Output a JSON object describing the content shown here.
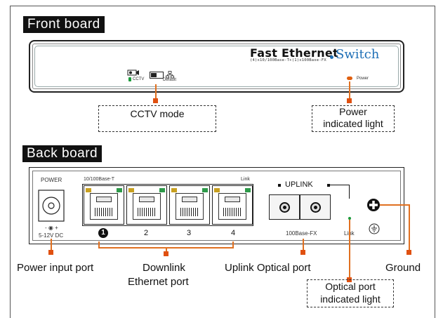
{
  "sections": {
    "front_title": "Front board",
    "back_title": "Back board"
  },
  "front_panel": {
    "brand_line": "Fast Ethernet",
    "brand_sub": "(4)x10/100Base-T+(1)x100Base-FX",
    "switch_word": "Switch",
    "cctv_label": "CCTV",
    "default_label": "Default",
    "power_label": "Power"
  },
  "front_callouts": {
    "cctv_mode": "CCTV mode",
    "power_light_1": "Power",
    "power_light_2": "indicated light"
  },
  "back_panel": {
    "power_label": "POWER",
    "voltage": "5-12V DC",
    "polarity": "- ◉ +",
    "ports_header": "10/100Base-T",
    "link_header": "Link",
    "port_numbers": [
      "1",
      "2",
      "3",
      "4"
    ],
    "uplink_label": "UPLINK",
    "fx_label": "100Base-FX",
    "link_label": "Link"
  },
  "back_callouts": {
    "power_input_port": "Power input port",
    "downlink_1": "Downlink",
    "downlink_2": "Ethernet port",
    "uplink_optical": "Uplink Optical port",
    "ground": "Ground",
    "optical_light_1": "Optical port",
    "optical_light_2": "indicated light"
  },
  "colors": {
    "accent_orange": "#e07020",
    "switch_blue": "#1e6fb6",
    "led_green": "#2e9a4a",
    "led_yellow": "#c8a020"
  }
}
